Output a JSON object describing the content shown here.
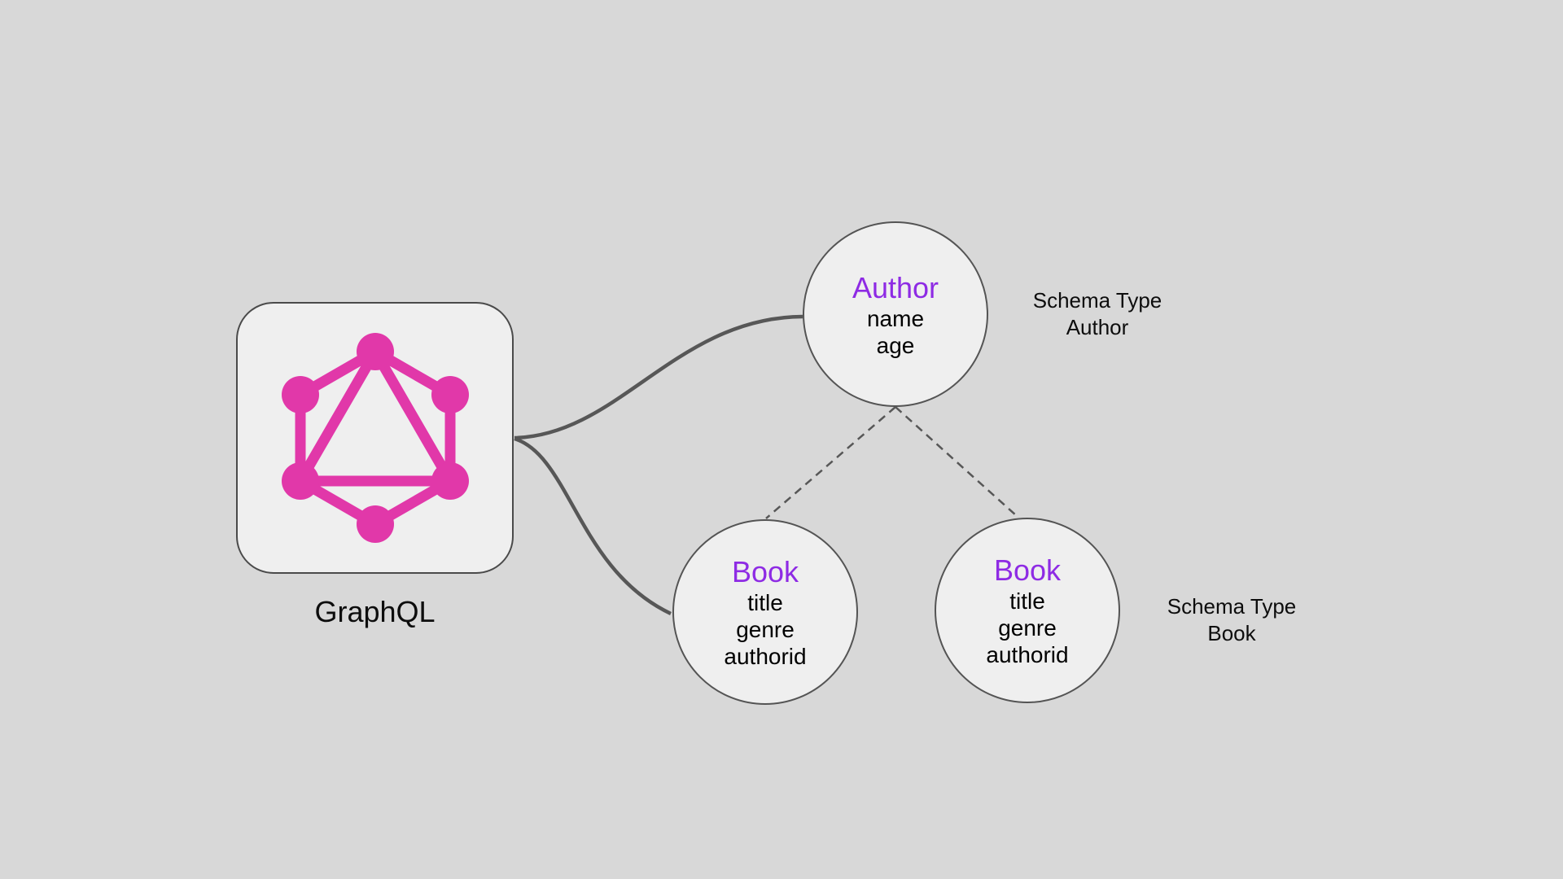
{
  "colors": {
    "background": "#d8d8d8",
    "node_fill": "#efefef",
    "node_stroke": "#545454",
    "connector": "#575757",
    "pink": "#e138a9",
    "purple": "#8e2be4",
    "text": "#000000"
  },
  "graphql_box": {
    "label": "GraphQL"
  },
  "nodes": {
    "author": {
      "title": "Author",
      "fields": [
        "name",
        "age"
      ]
    },
    "book1": {
      "title": "Book",
      "fields": [
        "title",
        "genre",
        "authorid"
      ]
    },
    "book2": {
      "title": "Book",
      "fields": [
        "title",
        "genre",
        "authorid"
      ]
    }
  },
  "annotations": {
    "author": {
      "line1": "Schema Type",
      "line2": "Author"
    },
    "book": {
      "line1": "Schema Type",
      "line2": "Book"
    }
  }
}
